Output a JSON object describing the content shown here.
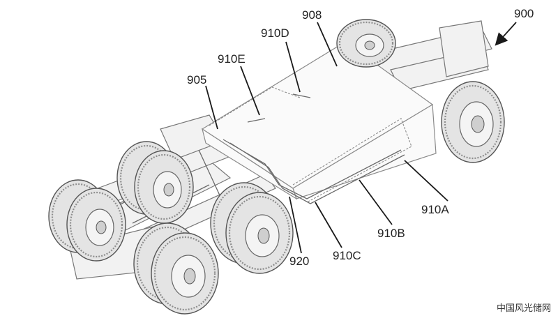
{
  "figure": {
    "labels": {
      "l900": "900",
      "l908": "908",
      "l910D": "910D",
      "l910E": "910E",
      "l905": "905",
      "l910A": "910A",
      "l910B": "910B",
      "l910C": "910C",
      "l920": "920"
    },
    "watermark": "中国风光储网"
  }
}
